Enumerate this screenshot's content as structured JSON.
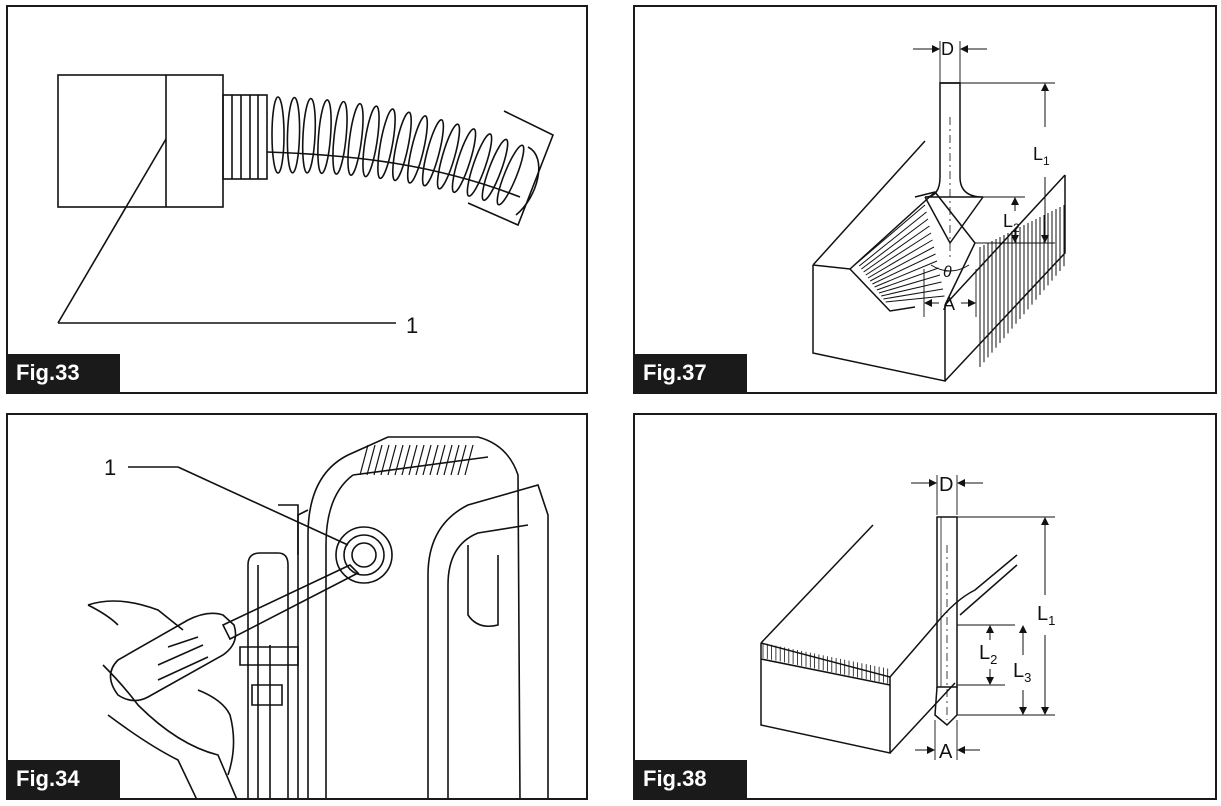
{
  "figures": {
    "fig33": {
      "label": "Fig.33",
      "callout": "1"
    },
    "fig37": {
      "label": "Fig.37",
      "dim_d": "D",
      "dim_l": "L",
      "dim_l1_sub": "1",
      "dim_l2_sub": "2",
      "dim_theta": "θ",
      "dim_a": "A"
    },
    "fig34": {
      "label": "Fig.34",
      "callout": "1"
    },
    "fig38": {
      "label": "Fig.38",
      "dim_d": "D",
      "dim_l": "L",
      "dim_l1_sub": "1",
      "dim_l2_sub": "2",
      "dim_l3_sub": "3",
      "dim_a": "A"
    }
  }
}
